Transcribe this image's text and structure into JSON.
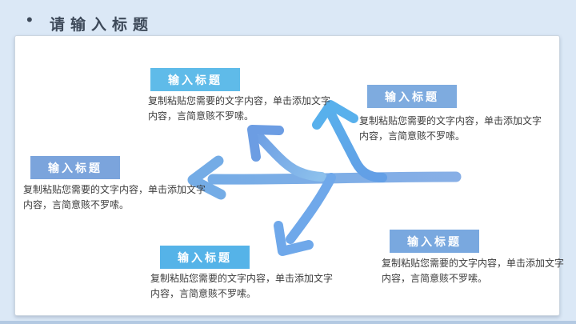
{
  "page": {
    "bullet": "•",
    "title": "请输入标题"
  },
  "colors": {
    "background": "#dbe8f6",
    "card": "#ffffff",
    "title_text": "#3e4a5a",
    "body_text": "#3d3d3d",
    "label_text": "#ffffff",
    "arrow_main_left": "#74ace6",
    "arrow_main_right": "#88afe6",
    "arrow_upleft_tip": "#6c9de3",
    "arrow_upleft_base": "#8cc0ec",
    "arrow_up_tip": "#58b0ec",
    "arrow_up_base": "#639fe6",
    "arrow_downleft": "#6fa8ea"
  },
  "items": [
    {
      "position": "top-center",
      "label": "输入标题",
      "desc_line1": "复制粘贴您需要的文字内容，单击添加文字",
      "desc_line2": "内容，言简意赅不罗嗦。",
      "color": "#5fbbe9"
    },
    {
      "position": "top-right",
      "label": "输入标题",
      "desc_line1": "复制粘贴您需要的文字内容，单击添加文字",
      "desc_line2": "内容，言简意赅不罗嗦。",
      "color": "#7eabdf"
    },
    {
      "position": "left",
      "label": "输入标题",
      "desc_line1": "复制粘贴您需要的文字内容，单击添加文字",
      "desc_line2": "内容，言简意赅不罗嗦。",
      "color": "#7ba4dc"
    },
    {
      "position": "bottom-center",
      "label": "输入标题",
      "desc_line1": "复制粘贴您需要的文字内容，单击添加文字",
      "desc_line2": "内容，言简意赅不罗嗦。",
      "color": "#55b3e8"
    },
    {
      "position": "bottom-right",
      "label": "输入标题",
      "desc_line1": "复制粘贴您需要的文字内容，单击添加文字",
      "desc_line2": "内容，言简意赅不罗嗦。",
      "color": "#79a8df"
    }
  ]
}
